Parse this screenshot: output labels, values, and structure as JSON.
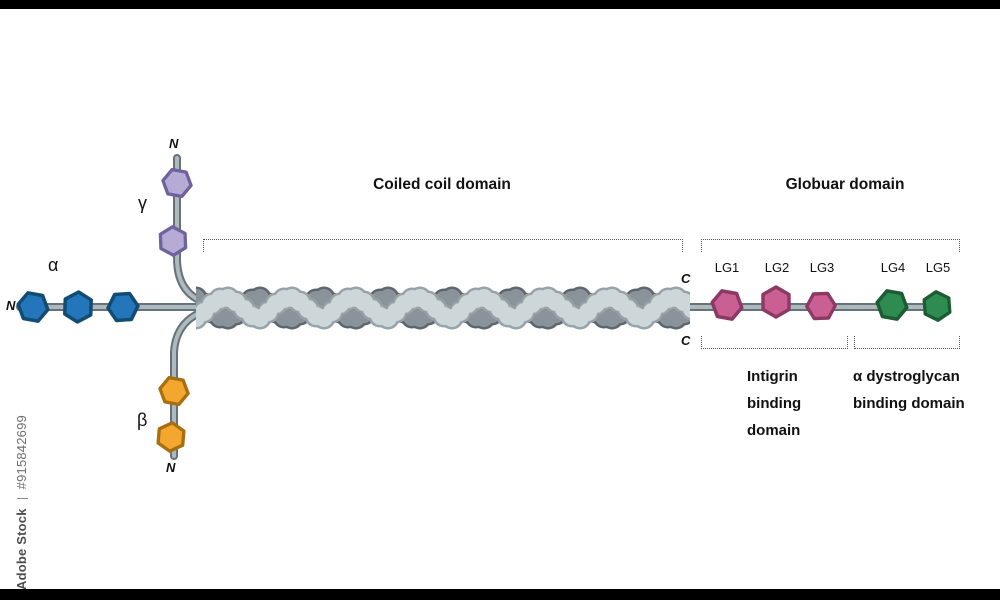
{
  "watermark": {
    "brand": "Adobe Stock",
    "id": "#915842699"
  },
  "titles": {
    "coiled_coil": "Coiled coil domain",
    "globular": "Globuar domain"
  },
  "chain_labels": {
    "alpha": "α",
    "beta": "β",
    "gamma": "γ"
  },
  "terminal_labels": {
    "alpha_n": "N",
    "gamma_n": "N",
    "beta_n": "N",
    "c_top": "C",
    "c_bottom": "C"
  },
  "lg_labels": [
    "LG1",
    "LG2",
    "LG3",
    "LG4",
    "LG5"
  ],
  "binding_domains": {
    "integrin": "Intigrin binding domain",
    "dystroglycan": "α dystroglycan binding domain"
  },
  "colors": {
    "alpha_bead": "#2276b9",
    "alpha_bead_outline": "#134c72",
    "gamma_bead": "#b6abd4",
    "gamma_bead_outline": "#6f639e",
    "beta_bead": "#f3a72e",
    "beta_bead_outline": "#a86f10",
    "lg_pink": "#c95f93",
    "lg_pink_outline": "#8c3a63",
    "lg_green": "#2f8c50",
    "lg_green_outline": "#1b5c33",
    "rope_dark": "#8a939a",
    "rope_dark_outline": "#5c666d",
    "rope_light": "#cdd6d9",
    "rope_light_outline": "#97a2a7",
    "tube_outer": "#66727a",
    "tube_inner": "#adb9bd"
  }
}
